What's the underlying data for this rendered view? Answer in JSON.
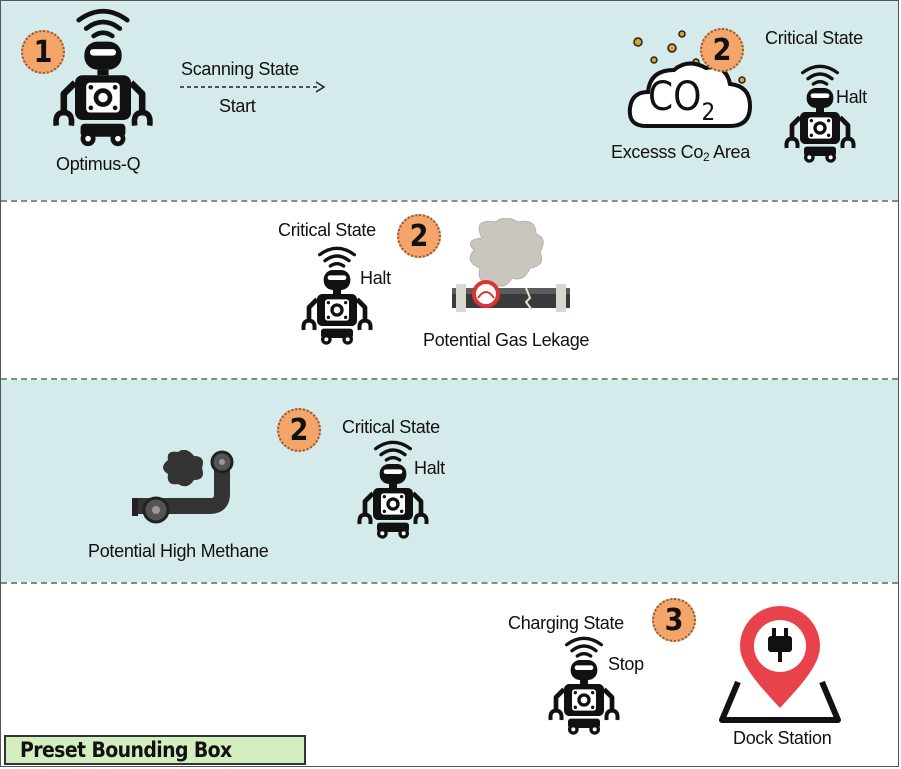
{
  "robot": {
    "name": "Optimus-Q"
  },
  "zone1": {
    "badge": "1",
    "state_label": "Scanning State",
    "action_label": "Start"
  },
  "zone2_co2": {
    "badge": "2",
    "state_label": "Critical State",
    "action_label": "Halt",
    "area_label_prefix": "Excesss Co",
    "area_label_sub": "2",
    "area_label_suffix": " Area",
    "cloud_text": "CO",
    "cloud_sub": "2"
  },
  "zone2_gas": {
    "badge": "2",
    "state_label": "Critical State",
    "action_label": "Halt",
    "area_label": "Potential Gas Lekage"
  },
  "zone2_methane": {
    "badge": "2",
    "state_label": "Critical State",
    "action_label": "Halt",
    "area_label": "Potential High Methane"
  },
  "zone3": {
    "badge": "3",
    "state_label": "Charging State",
    "action_label": "Stop",
    "area_label": "Dock Station"
  },
  "legend": {
    "label": "Preset Bounding Box"
  },
  "colors": {
    "teal_band": "#d5eaea",
    "badge_fill": "#f3a56a",
    "legend_fill": "#d3efc0",
    "pin_red": "#e8424a"
  }
}
